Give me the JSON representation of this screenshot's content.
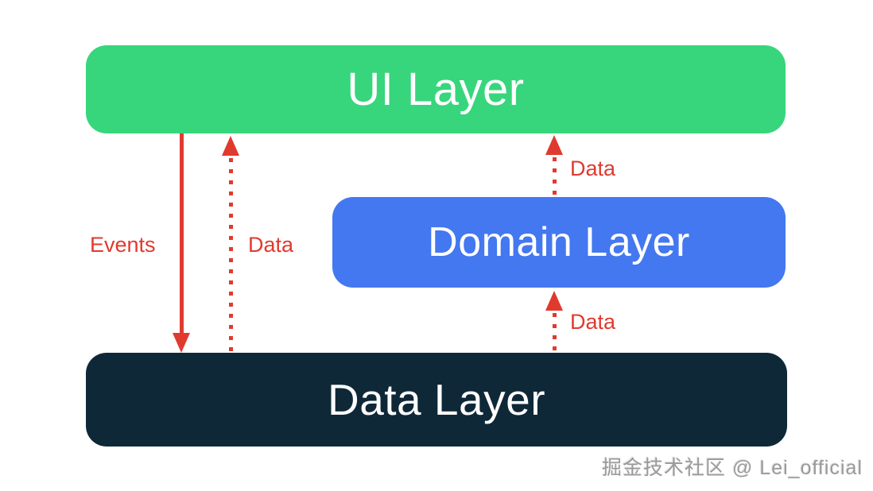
{
  "diagram": {
    "type": "architecture-layers",
    "background_color": "#ffffff",
    "boxes": [
      {
        "id": "ui-layer",
        "label": "UI Layer",
        "color": "#37d67c",
        "text_color": "#ffffff"
      },
      {
        "id": "domain-layer",
        "label": "Domain Layer",
        "color": "#4478f0",
        "text_color": "#ffffff"
      },
      {
        "id": "data-layer",
        "label": "Data Layer",
        "color": "#0f2838",
        "text_color": "#ffffff"
      }
    ],
    "arrow_color": "#e03a2f",
    "arrows": [
      {
        "id": "events-ui-to-data",
        "label": "Events",
        "style": "solid",
        "direction": "down",
        "from": "UI Layer",
        "to": "Data Layer"
      },
      {
        "id": "data-data-to-ui",
        "label": "Data",
        "style": "dotted",
        "direction": "up",
        "from": "Data Layer",
        "to": "UI Layer"
      },
      {
        "id": "data-domain-to-ui",
        "label": "Data",
        "style": "dotted",
        "direction": "up",
        "from": "Domain Layer",
        "to": "UI Layer"
      },
      {
        "id": "data-data-to-domain",
        "label": "Data",
        "style": "dotted",
        "direction": "up",
        "from": "Data Layer",
        "to": "Domain Layer"
      }
    ]
  },
  "watermark": {
    "text": "掘金技术社区 @ Lei_official"
  }
}
